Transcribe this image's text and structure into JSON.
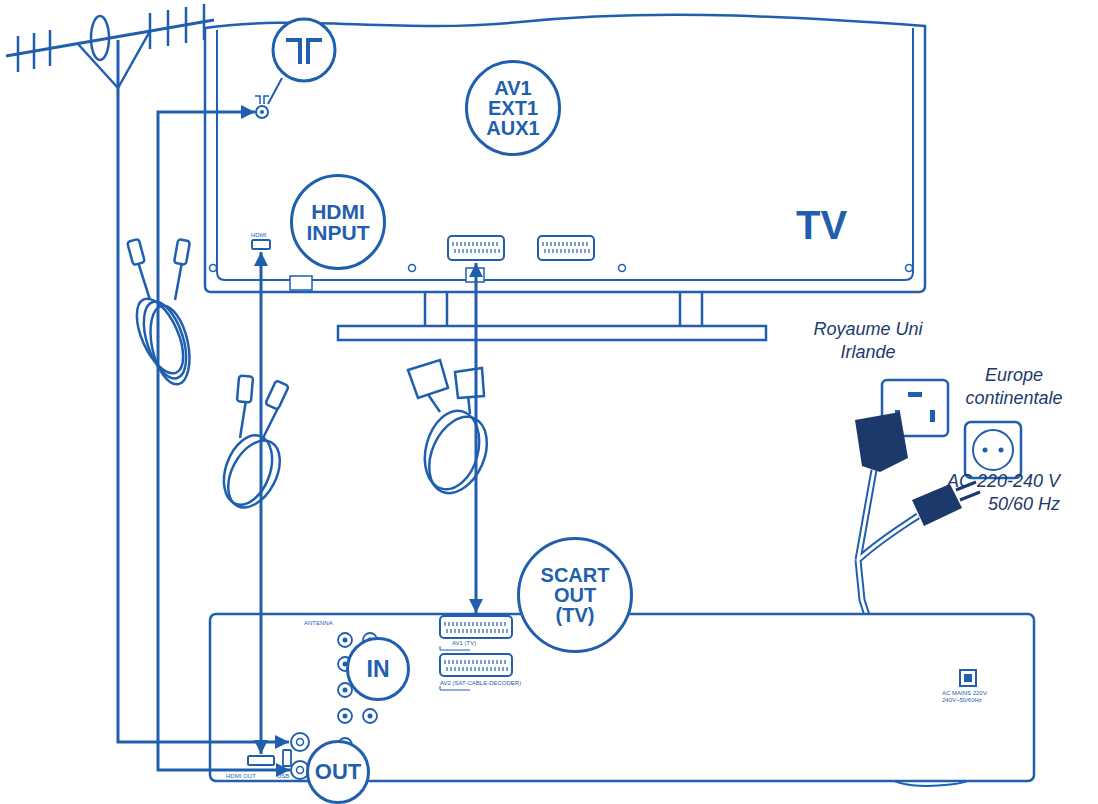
{
  "diagram": {
    "nodes": [
      {
        "text": [
          "TV",
          "HDMI"
        ]
      },
      {
        "text": [
          "HDMI INPUT"
        ],
        "in": 0
      },
      {
        "text": [
          "AV1 EXT1 AUX1"
        ],
        "in": 0
      },
      {
        "text": [
          "ANTENNA",
          "HDMI OUT",
          "USB",
          "AV1 (TV)",
          "AV2 (SAT-CABLE-DECODER)",
          "AC MAINS 220V-240V~50/60Hz"
        ]
      },
      {
        "text": [
          "IN"
        ]
      },
      {
        "text": [
          "SCART OUT (TV)"
        ]
      },
      {
        "text": [
          "OUT"
        ]
      }
    ],
    "edges": [
      {
        "from": 0,
        "to": 3,
        "arrow": "both"
      },
      {
        "from": 0,
        "to": 3,
        "arrow": "both"
      },
      {
        "from": 0,
        "to": 3,
        "arrow": "both"
      }
    ],
    "labels": [
      "Royaume Uni Irlande",
      "Europe continentale",
      "AC 220-240 V 50/60 Hz"
    ]
  }
}
